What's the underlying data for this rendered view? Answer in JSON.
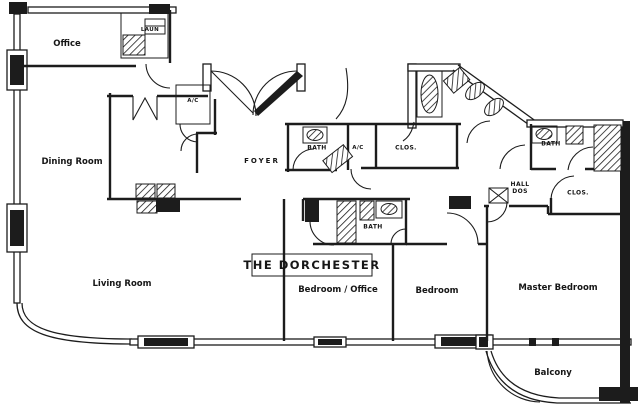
{
  "title": {
    "name": "THE DORCHESTER"
  },
  "rooms": {
    "office": "Office",
    "dining_room": "Dining Room",
    "living_room": "Living Room",
    "foyer": "FOYER",
    "bedroom_office": "Bedroom / Office",
    "bedroom": "Bedroom",
    "master_bedroom": "Master Bedroom",
    "balcony": "Balcony"
  },
  "bathrooms": {
    "bath_hall_upper": "BATH",
    "bath_lower": "BATH",
    "bath_master": "BATH"
  },
  "closets_utilities": {
    "laundry": "LAUN",
    "ac_closet_foyer": "A/C",
    "ac_closet_hall": "A/C",
    "closet_hall": "CLOS.",
    "closet_master": "CLOS.",
    "hall_line1": "HALL",
    "hall_line2": "DOS"
  },
  "colors": {
    "ink": "#1c1c1c",
    "paper": "#ffffff"
  }
}
